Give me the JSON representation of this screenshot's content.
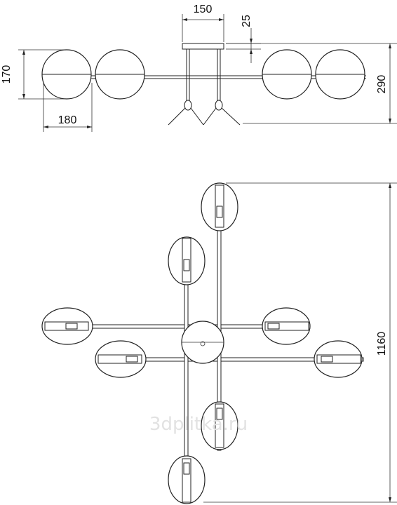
{
  "dimensions": {
    "canopy_width": "150",
    "canopy_height": "25",
    "shade_height": "170",
    "shade_width": "180",
    "total_height": "290",
    "total_length": "1160"
  },
  "watermark": "3dplitka.ru"
}
